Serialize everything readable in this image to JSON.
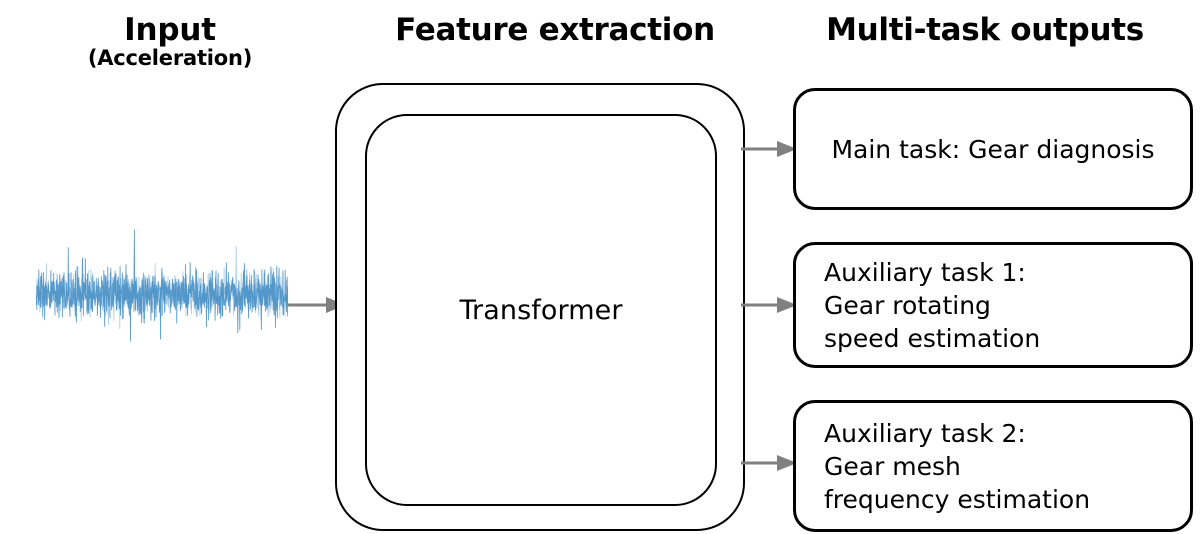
{
  "headings": {
    "input_line1": "Input",
    "input_line2": "(Acceleration)",
    "feature": "Feature extraction",
    "outputs": "Multi-task outputs"
  },
  "input_signal": {
    "name": "acceleration-waveform",
    "type": "time-series-noise",
    "color": "#4f95c9",
    "description": "Dense random vibration/acceleration time-domain signal"
  },
  "feature_extraction": {
    "label": "Transformer",
    "outer_border_color": "#000000",
    "inner_border_color": "#000000"
  },
  "outputs": [
    {
      "id": "main-task",
      "label": "Main task: Gear diagnosis"
    },
    {
      "id": "auxiliary-task-1",
      "label": "Auxiliary task 1:\n    Gear rotating\n    speed estimation"
    },
    {
      "id": "auxiliary-task-2",
      "label": "Auxiliary task 2:\n    Gear mesh\n    frequency estimation"
    }
  ],
  "arrows": {
    "color": "#808080",
    "input_to_transformer": "arrow-right-icon",
    "transformer_to_output_1": "arrow-right-icon",
    "transformer_to_output_2": "arrow-right-icon",
    "transformer_to_output_3": "arrow-right-icon"
  }
}
